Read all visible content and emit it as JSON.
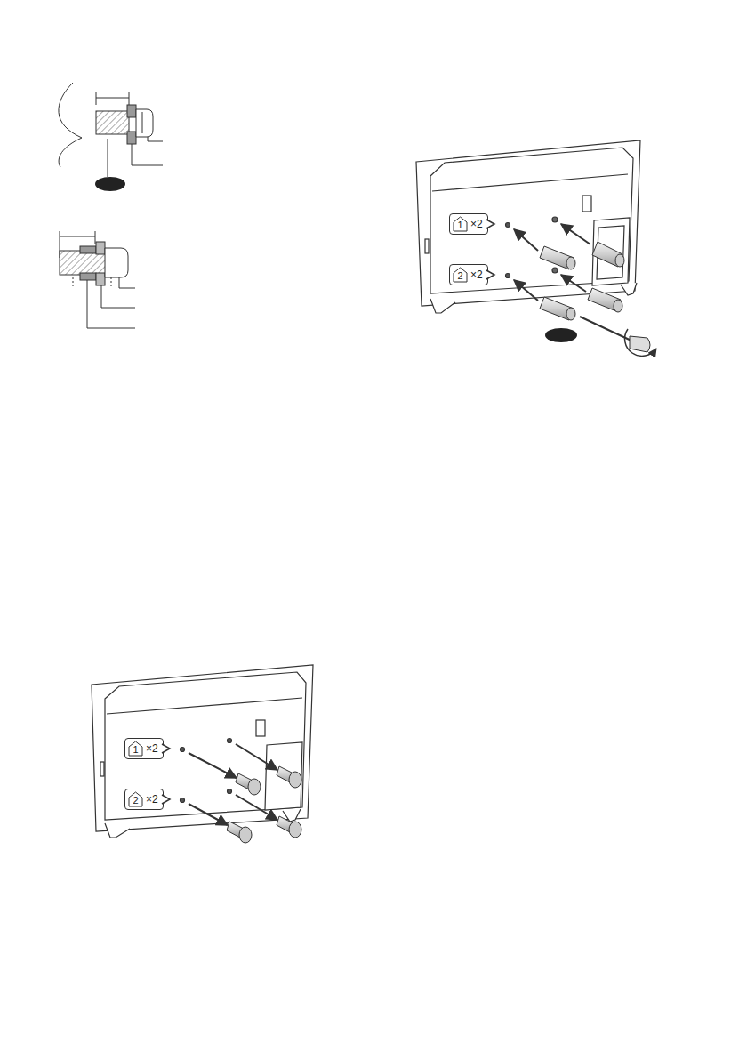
{
  "diagram": {
    "nodes": [
      {
        "text": [
          "×2"
        ]
      },
      {
        "text": [
          "1"
        ],
        "in": 0
      },
      {
        "text": [
          "×2"
        ]
      },
      {
        "text": [
          "2"
        ],
        "in": 2
      },
      {
        "text": [
          "×2"
        ]
      },
      {
        "text": [
          "1"
        ],
        "in": 4
      },
      {
        "text": [
          "×2"
        ]
      },
      {
        "text": [
          "2"
        ],
        "in": 6
      }
    ]
  }
}
